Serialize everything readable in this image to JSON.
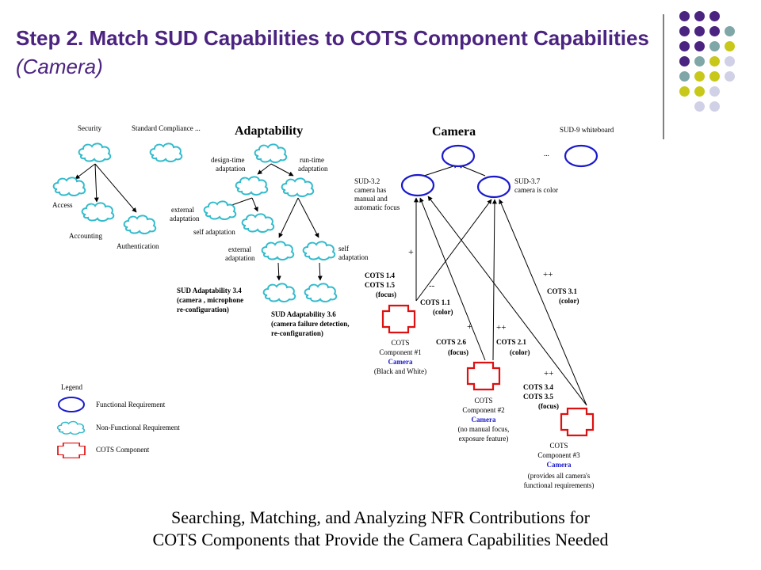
{
  "title": {
    "main": "Step 2. Match SUD Capabilities to COTS Component Capabilities",
    "sub": "(Camera)"
  },
  "colors": {
    "title": "#4b2380",
    "dot_purple": "#4b2380",
    "dot_teal": "#7fa7a7",
    "dot_lime": "#c8c81a",
    "dot_lavender": "#d0d0e6",
    "functional": "#1a1acc",
    "nonfunctional": "#33bbcc",
    "cots": "#dd1111"
  },
  "nfr_tree": {
    "security": "Security",
    "standard_compliance": "Standard Compliance ...",
    "adaptability": "Adaptability",
    "design_time_1": "design-time",
    "design_time_2": "adaptation",
    "run_time_1": "run-time",
    "run_time_2": "adaptation",
    "access": "Access",
    "accounting": "Accounting",
    "authentication": "Authentication",
    "external_1": "external",
    "external_2": "adaptation",
    "self_adaptation": "self adaptation",
    "external_b1": "external",
    "external_b2": "adaptation",
    "self_b1": "self",
    "self_b2": "adaptation",
    "sud34_1": "SUD Adaptability 3.4",
    "sud34_2": "(camera , microphone",
    "sud34_3": "re-configuration)",
    "sud36_1": "SUD Adaptability 3.6",
    "sud36_2": "(camera failure detection,",
    "sud36_3": "re-configuration)"
  },
  "camera_tree": {
    "camera": "Camera",
    "sud9": "SUD-9 whiteboard",
    "ellipsis": "...",
    "sud32_1": "SUD-3.2",
    "sud32_2": "camera has",
    "sud32_3": "manual and",
    "sud32_4": "automatic focus",
    "sud37_1": "SUD-3.7",
    "sud37_2": "camera is color"
  },
  "contributions": {
    "plus": "+",
    "minus": "--",
    "plusplus": "++",
    "cots14": "COTS 1.4",
    "cots15": "COTS 1.5",
    "focus": "(focus)",
    "cots11": "COTS 1.1",
    "color": "(color)",
    "cots26": "COTS 2.6",
    "cots21": "COTS 2.1",
    "cots31": "COTS 3.1",
    "cots34": "COTS 3.4",
    "cots35": "COTS 3.5"
  },
  "components": {
    "c1_1": "COTS",
    "c1_2": "Component #1",
    "c1_3": "Camera",
    "c1_4": "(Black and White)",
    "c2_1": "COTS",
    "c2_2": "Component #2",
    "c2_3": "Camera",
    "c2_4": "(no manual focus,",
    "c2_5": "exposure feature)",
    "c3_1": "COTS",
    "c3_2": "Component #3",
    "c3_3": "Camera",
    "c3_4": "(provides all camera's",
    "c3_5": "functional requirements)"
  },
  "legend": {
    "title": "Legend",
    "functional": "Functional Requirement",
    "nonfunctional": "Non-Functional Requirement",
    "cots": "COTS Component"
  },
  "caption": {
    "line1": "Searching, Matching, and Analyzing NFR Contributions for",
    "line2": "COTS Components that Provide the Camera Capabilities Needed"
  }
}
